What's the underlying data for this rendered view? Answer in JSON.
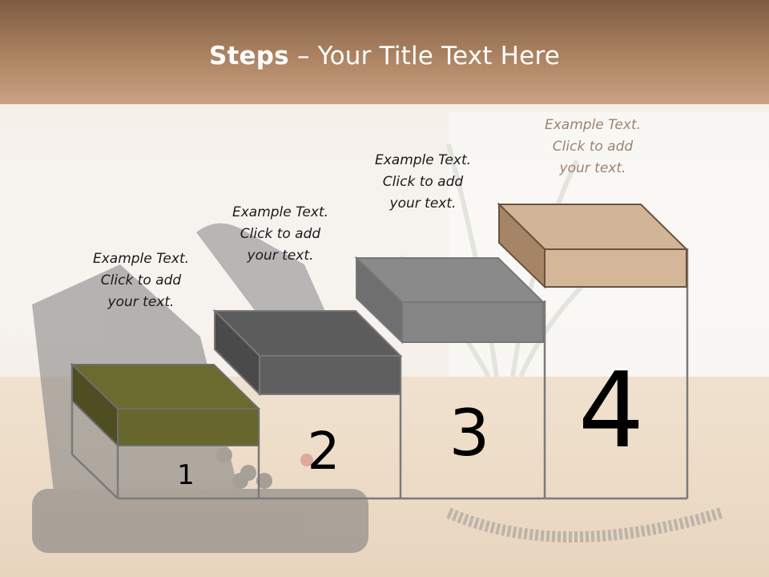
{
  "slide": {
    "title_bold": "Steps",
    "title_rest": " – Your Title Text Here"
  },
  "steps": [
    {
      "number": "1",
      "caption": "Example Text.\nClick  to add\nyour text.",
      "color": "#6b6a2f"
    },
    {
      "number": "2",
      "caption": "Example Text.\nClick  to add\nyour text.",
      "color": "#5e5e5e"
    },
    {
      "number": "3",
      "caption": "Example Text.\nClick  to add\nyour text.",
      "color": "#8a8a8a"
    },
    {
      "number": "4",
      "caption": "Example Text.\nClick  to add\nyour text.",
      "color": "#d2b497"
    }
  ]
}
